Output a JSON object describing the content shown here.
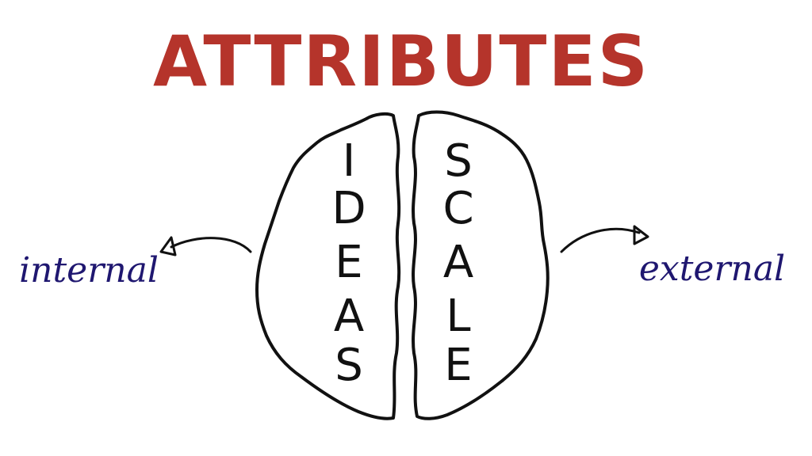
{
  "title": "ATTRIBUTES",
  "left_hemisphere": {
    "letters": [
      "I",
      "D",
      "E",
      "A",
      "S"
    ]
  },
  "right_hemisphere": {
    "letters": [
      "S",
      "C",
      "A",
      "L",
      "E"
    ]
  },
  "labels": {
    "left": "internal",
    "right": "external"
  },
  "colors": {
    "title": "#b5342b",
    "outline": "#111111",
    "labels": "#1f1770",
    "background": "#ffffff"
  }
}
